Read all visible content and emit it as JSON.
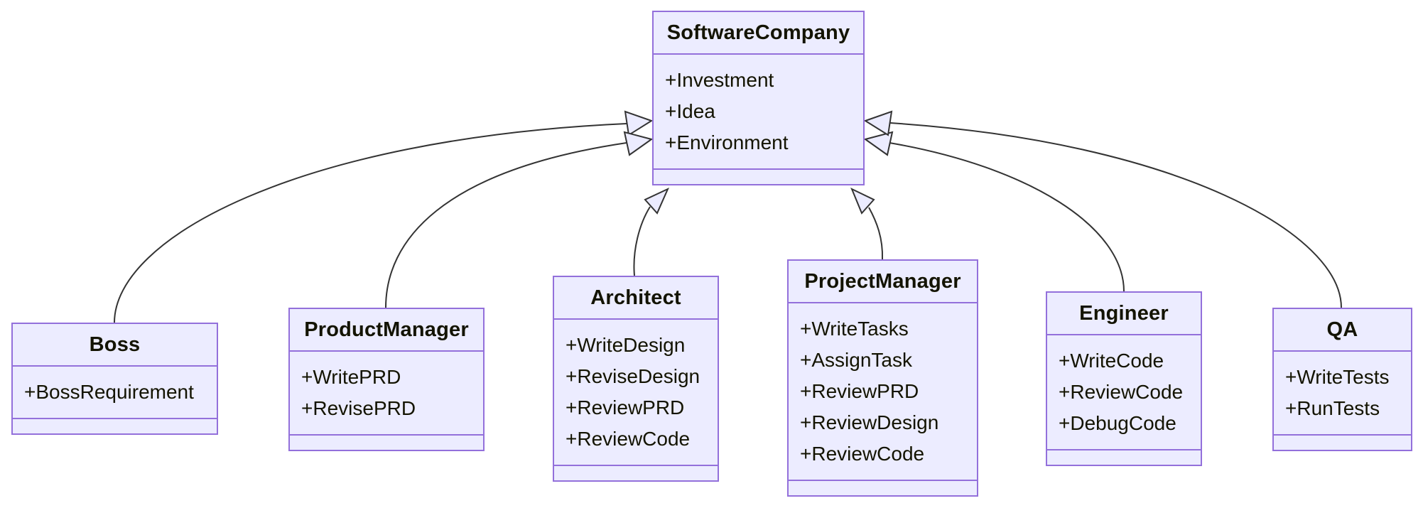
{
  "diagram": {
    "kind": "uml-class-diagram",
    "colors": {
      "node_fill": "#ECECFF",
      "node_border": "#9370DB",
      "edge": "#333333",
      "text": "#131300",
      "background": "#FFFFFF"
    },
    "classes": [
      {
        "name": "SoftwareCompany",
        "attributes": [
          "+Investment",
          "+Idea",
          "+Environment"
        ],
        "methods": []
      },
      {
        "name": "Boss",
        "attributes": [
          "+BossRequirement"
        ],
        "methods": []
      },
      {
        "name": "ProductManager",
        "attributes": [
          "+WritePRD",
          "+RevisePRD"
        ],
        "methods": []
      },
      {
        "name": "Architect",
        "attributes": [
          "+WriteDesign",
          "+ReviseDesign",
          "+ReviewPRD",
          "+ReviewCode"
        ],
        "methods": []
      },
      {
        "name": "ProjectManager",
        "attributes": [
          "+WriteTasks",
          "+AssignTask",
          "+ReviewPRD",
          "+ReviewDesign",
          "+ReviewCode"
        ],
        "methods": []
      },
      {
        "name": "Engineer",
        "attributes": [
          "+WriteCode",
          "+ReviewCode",
          "+DebugCode"
        ],
        "methods": []
      },
      {
        "name": "QA",
        "attributes": [
          "+WriteTests",
          "+RunTests"
        ],
        "methods": []
      }
    ],
    "relationships": [
      {
        "from": "Boss",
        "to": "SoftwareCompany",
        "type": "inheritance"
      },
      {
        "from": "ProductManager",
        "to": "SoftwareCompany",
        "type": "inheritance"
      },
      {
        "from": "Architect",
        "to": "SoftwareCompany",
        "type": "inheritance"
      },
      {
        "from": "ProjectManager",
        "to": "SoftwareCompany",
        "type": "inheritance"
      },
      {
        "from": "Engineer",
        "to": "SoftwareCompany",
        "type": "inheritance"
      },
      {
        "from": "QA",
        "to": "SoftwareCompany",
        "type": "inheritance"
      }
    ]
  }
}
